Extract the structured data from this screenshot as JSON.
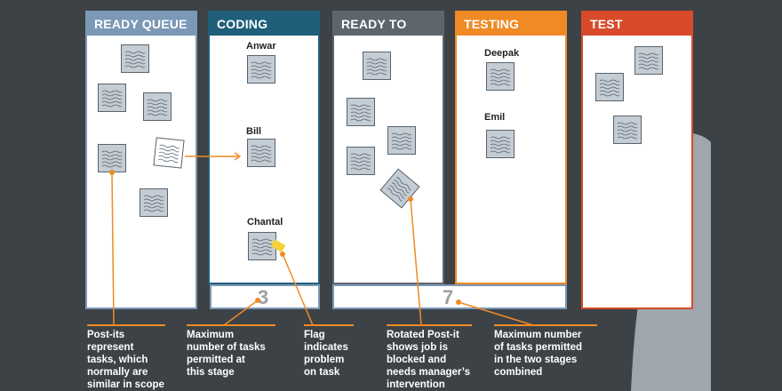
{
  "columns": [
    {
      "title": "READY QUEUE",
      "color": "#7b98b6"
    },
    {
      "title": "CODING",
      "color": "#1f5f7a"
    },
    {
      "title": "READY TO TEST",
      "color": "#5d666d"
    },
    {
      "title": "TESTING",
      "color": "#f08a24"
    },
    {
      "title": "TEST COMPLETE",
      "color": "#d84a2a"
    }
  ],
  "names": [
    "Anwar",
    "Bill",
    "Chantal",
    "Deepak",
    "Emil"
  ],
  "wip": {
    "coding": "3",
    "combined": "7"
  },
  "captions": [
    "Post-its\nrepresent\ntasks, which\nnormally are\nsimilar in scope",
    "Maximum\nnumber of tasks\npermitted at\nthis stage",
    "Flag\nindicates\nproblem\non task",
    "Rotated Post-it\nshows job is\nblocked and\nneeds manager’s\nintervention",
    "Maximum number\nof tasks permitted\nin the two stages\ncombined"
  ]
}
